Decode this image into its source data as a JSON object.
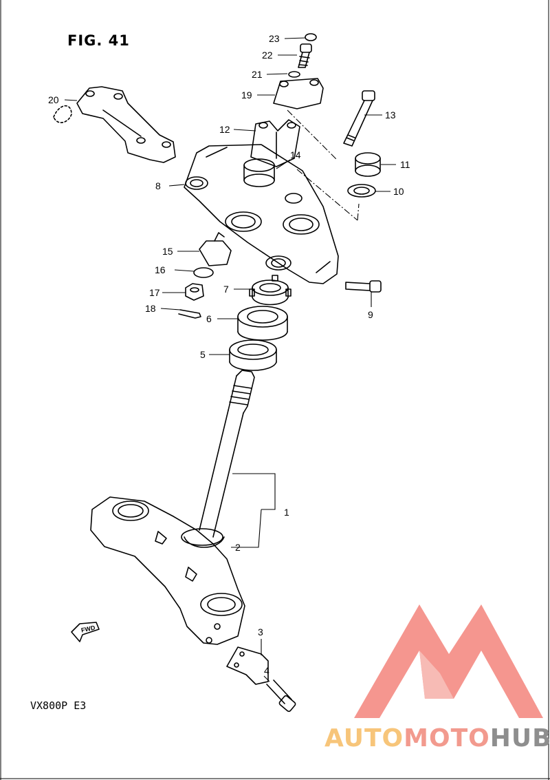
{
  "figure": {
    "title": "FIG. 41",
    "model": "VX800P  E3",
    "fwd_label": "FWD"
  },
  "brand": {
    "part1": "AUTO",
    "part2": "MOTO",
    "part3": "HUB",
    "colors": {
      "auto": "#f7c57a",
      "moto": "#f29a8e",
      "hub": "#8e8e8e",
      "logo": "#f48b83"
    }
  },
  "callouts": [
    "1",
    "2",
    "3",
    "4",
    "5",
    "6",
    "7",
    "8",
    "9",
    "10",
    "11",
    "12",
    "13",
    "14",
    "15",
    "16",
    "17",
    "18",
    "19",
    "20",
    "21",
    "22",
    "23"
  ]
}
